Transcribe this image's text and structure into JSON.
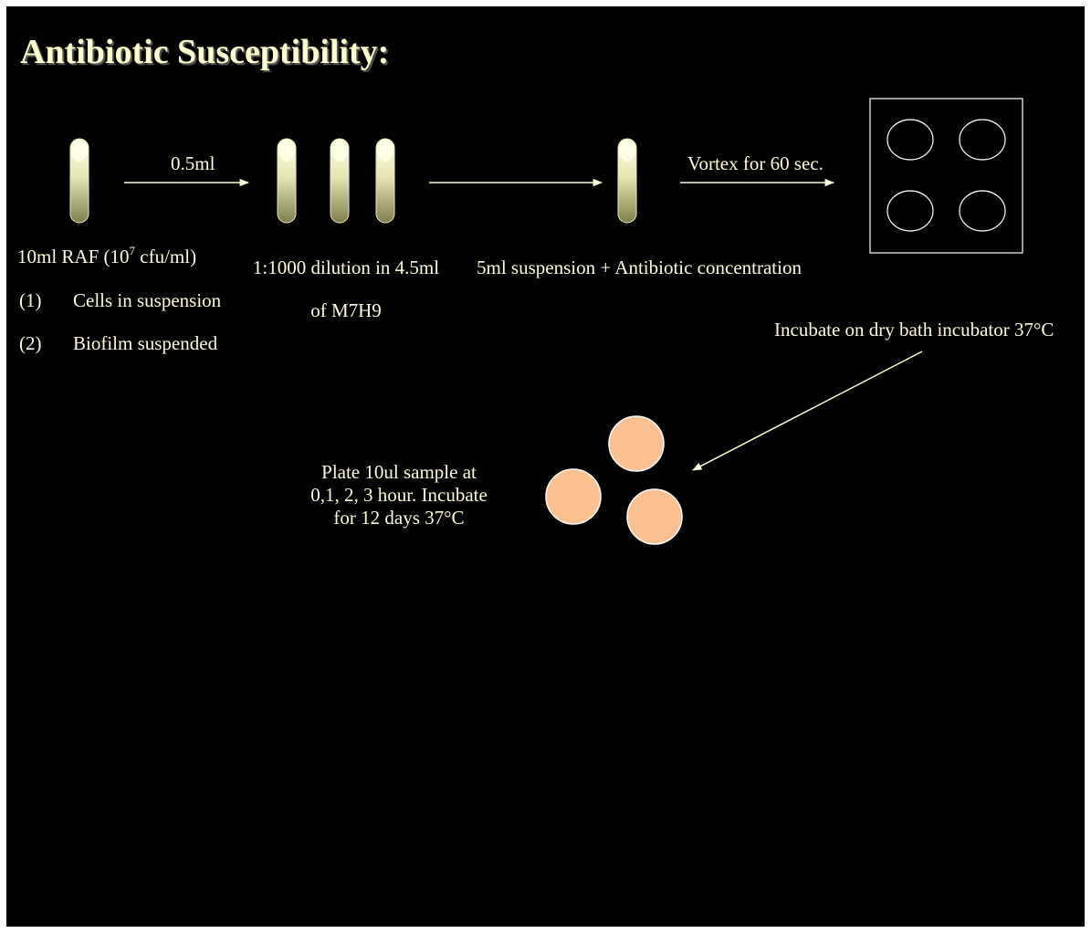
{
  "title": "Antibiotic Susceptibility:",
  "steps": {
    "stock": {
      "label_prefix": "10ml RAF (10",
      "label_sup": "7",
      "label_suffix": " cfu/ml)",
      "options": [
        {
          "number": "(1)",
          "text": "Cells in suspension"
        },
        {
          "number": "(2)",
          "text": "Biofilm suspended"
        }
      ]
    },
    "transfer_volume": "0.5ml",
    "dilution": {
      "line1": "1:1000 dilution in 4.5ml",
      "line2": "of M7H9"
    },
    "suspension": "5ml suspension + Antibiotic concentration",
    "vortex": "Vortex for 60 sec.",
    "incubate": "Incubate on dry bath incubator 37°C",
    "plate": {
      "line1": "Plate 10ul sample at",
      "line2": "0,1, 2, 3 hour. Incubate",
      "line3": "for 12 days 37°C"
    }
  },
  "colors": {
    "background": "#000000",
    "text": "#fffcd8",
    "title": "#ffffcc",
    "arrow": "#fffcd8",
    "tube_top": "#ffffe0",
    "tube_bottom": "#8a8a55",
    "plate_fill": "#fbc08f",
    "plate_stroke": "#ffffff"
  }
}
